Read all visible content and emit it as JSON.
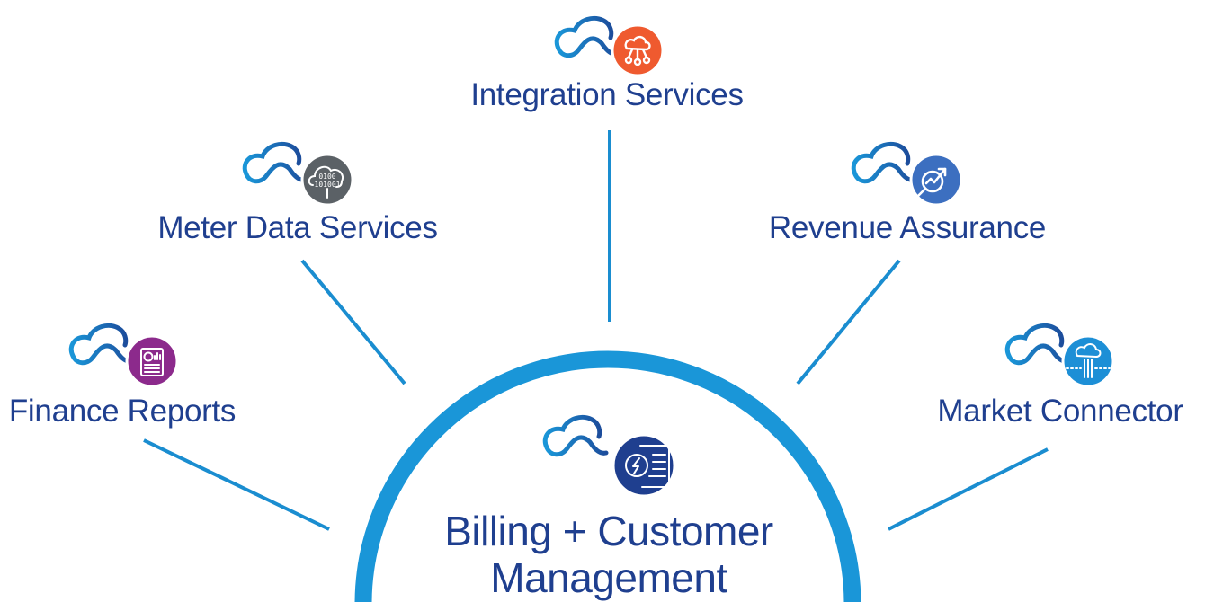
{
  "diagram": {
    "center": {
      "title_line1": "Billing + Customer",
      "title_line2": "Management",
      "icon": "invoice-lightning-icon",
      "ring_color": "#1a96d8"
    },
    "nodes": [
      {
        "id": "integration-services",
        "label": "Integration Services",
        "icon": "cloud-network-icon",
        "badge_color": "#ef5a2f"
      },
      {
        "id": "meter-data-services",
        "label": "Meter Data Services",
        "icon": "cloud-binary-icon",
        "badge_color": "#5b6166"
      },
      {
        "id": "revenue-assurance",
        "label": "Revenue Assurance",
        "icon": "magnifier-trend-icon",
        "badge_color": "#3c6fc0"
      },
      {
        "id": "finance-reports",
        "label": "Finance Reports",
        "icon": "report-chart-icon",
        "badge_color": "#8c2a8c"
      },
      {
        "id": "market-connector",
        "label": "Market Connector",
        "icon": "cloud-connector-icon",
        "badge_color": "#1d8fd6"
      }
    ],
    "binary_text": [
      "0100",
      "101001"
    ],
    "colors": {
      "text": "#1f3f8f",
      "connector": "#1a8dd0",
      "cloud_dark": "#1c4d9c",
      "cloud_light": "#1a96d8"
    }
  }
}
